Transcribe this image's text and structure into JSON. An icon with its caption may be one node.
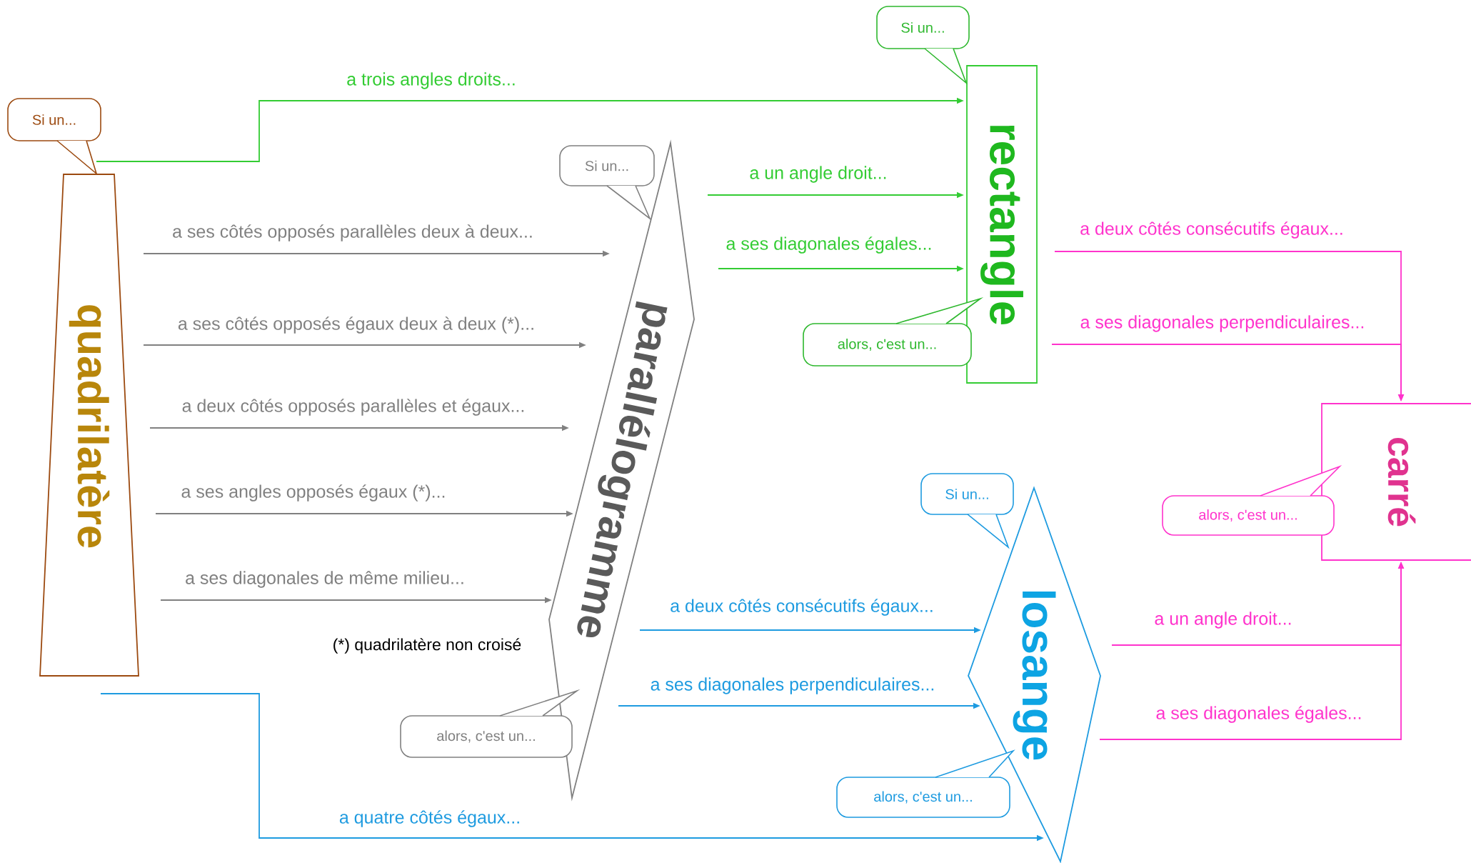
{
  "diagram": {
    "nodes": [
      {
        "text": [
          "Si un..."
        ]
      },
      {
        "text": [
          "quadrilatère"
        ]
      },
      {
        "text": [
          "Si un..."
        ]
      },
      {
        "text": [
          "parallélogramme"
        ]
      },
      {
        "text": [
          "alors, c'est un..."
        ]
      },
      {
        "text": [
          "Si un..."
        ]
      },
      {
        "text": [
          "rectangle"
        ]
      },
      {
        "text": [
          "alors, c'est un..."
        ]
      },
      {
        "text": [
          "Si un..."
        ]
      },
      {
        "text": [
          "losange"
        ]
      },
      {
        "text": [
          "alors, c'est un..."
        ]
      },
      {
        "text": [
          "carré"
        ]
      },
      {
        "text": [
          "alors, c'est un..."
        ]
      }
    ],
    "edges": [
      {
        "from": 1,
        "to": 6,
        "arrow": "to",
        "label": "a trois angles droits...",
        "color": "#33cc33"
      },
      {
        "from": 1,
        "to": 3,
        "arrow": "to",
        "label": "a ses côtés opposés parallèles deux à deux..."
      },
      {
        "from": 1,
        "to": 3,
        "arrow": "to",
        "label": "a ses côtés opposés égaux deux à deux (*)..."
      },
      {
        "from": 1,
        "to": 3,
        "arrow": "to",
        "label": "a deux côtés opposés parallèles et égaux..."
      },
      {
        "from": 1,
        "to": 3,
        "arrow": "to",
        "label": "a ses angles opposés égaux (*)..."
      },
      {
        "from": 1,
        "to": 3,
        "arrow": "to",
        "label": "a ses diagonales de même milieu..."
      },
      {
        "from": 3,
        "to": 6,
        "arrow": "to",
        "label": "a un angle droit...",
        "color": "#33cc33"
      },
      {
        "from": 3,
        "to": 6,
        "arrow": "to",
        "label": "a ses diagonales égales...",
        "color": "#33cc33"
      },
      {
        "from": 3,
        "to": 9,
        "arrow": "to",
        "label": "a deux côtés consécutifs égaux...",
        "color": "#1e9be0"
      },
      {
        "from": 3,
        "to": 9,
        "arrow": "to",
        "label": "a ses diagonales perpendiculaires...",
        "color": "#1e9be0"
      },
      {
        "from": 1,
        "to": 9,
        "arrow": "to",
        "label": "a quatre côtés égaux...",
        "color": "#1e9be0"
      },
      {
        "from": 6,
        "to": 11,
        "arrow": "to",
        "label": "a deux côtés consécutifs égaux...",
        "color": "#ff33cc"
      },
      {
        "from": 6,
        "to": 11,
        "arrow": "to",
        "label": "a ses diagonales perpendiculaires...",
        "color": "#ff33cc"
      },
      {
        "from": 9,
        "to": 11,
        "arrow": "to",
        "label": "a un angle droit...",
        "color": "#ff33cc"
      },
      {
        "from": 9,
        "to": 11,
        "arrow": "to",
        "label": "a ses diagonales égales...",
        "color": "#ff33cc"
      }
    ],
    "labels": [
      "(*) quadrilatère non croisé"
    ]
  }
}
